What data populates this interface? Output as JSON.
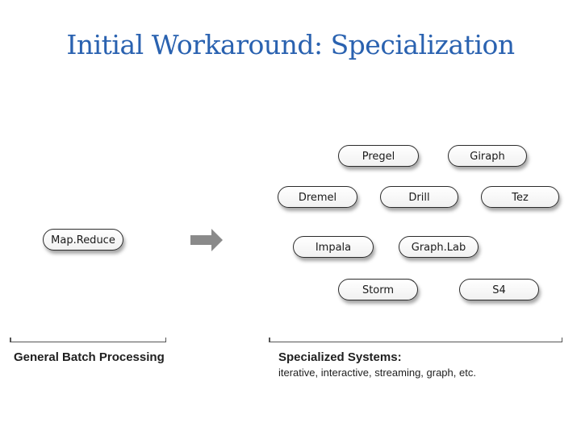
{
  "slide": {
    "title": "Initial Workaround: Specialization"
  },
  "general": {
    "system": "Map.Reduce",
    "caption": "General Batch Processing"
  },
  "specialized": {
    "systems": [
      "Pregel",
      "Giraph",
      "Dremel",
      "Drill",
      "Tez",
      "Impala",
      "Graph.Lab",
      "Storm",
      "S4"
    ],
    "caption": "Specialized Systems:",
    "subcaption": "iterative, interactive, streaming, graph, etc."
  },
  "colors": {
    "title": "#2a62b0",
    "arrow": "#8a8a8a"
  }
}
